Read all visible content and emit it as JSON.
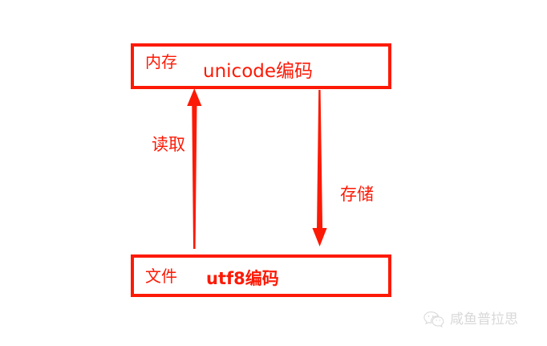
{
  "diagram": {
    "title": "unicode / utf8 encoding flow",
    "accent_color": "#fc1a06",
    "background_color": "#ffffff",
    "watermark_color": "#b9b9b9",
    "boxes": [
      {
        "id": "memory",
        "name": "内存",
        "value": "unicode编码"
      },
      {
        "id": "file",
        "name": "文件",
        "value": "utf8编码"
      }
    ],
    "arrows": [
      {
        "id": "read",
        "label": "读取",
        "direction": "up",
        "from": "file",
        "to": "memory"
      },
      {
        "id": "store",
        "label": "存储",
        "direction": "down",
        "from": "memory",
        "to": "file"
      }
    ],
    "watermark": {
      "icon": "wechat-icon",
      "text": "咸鱼普拉思"
    }
  }
}
